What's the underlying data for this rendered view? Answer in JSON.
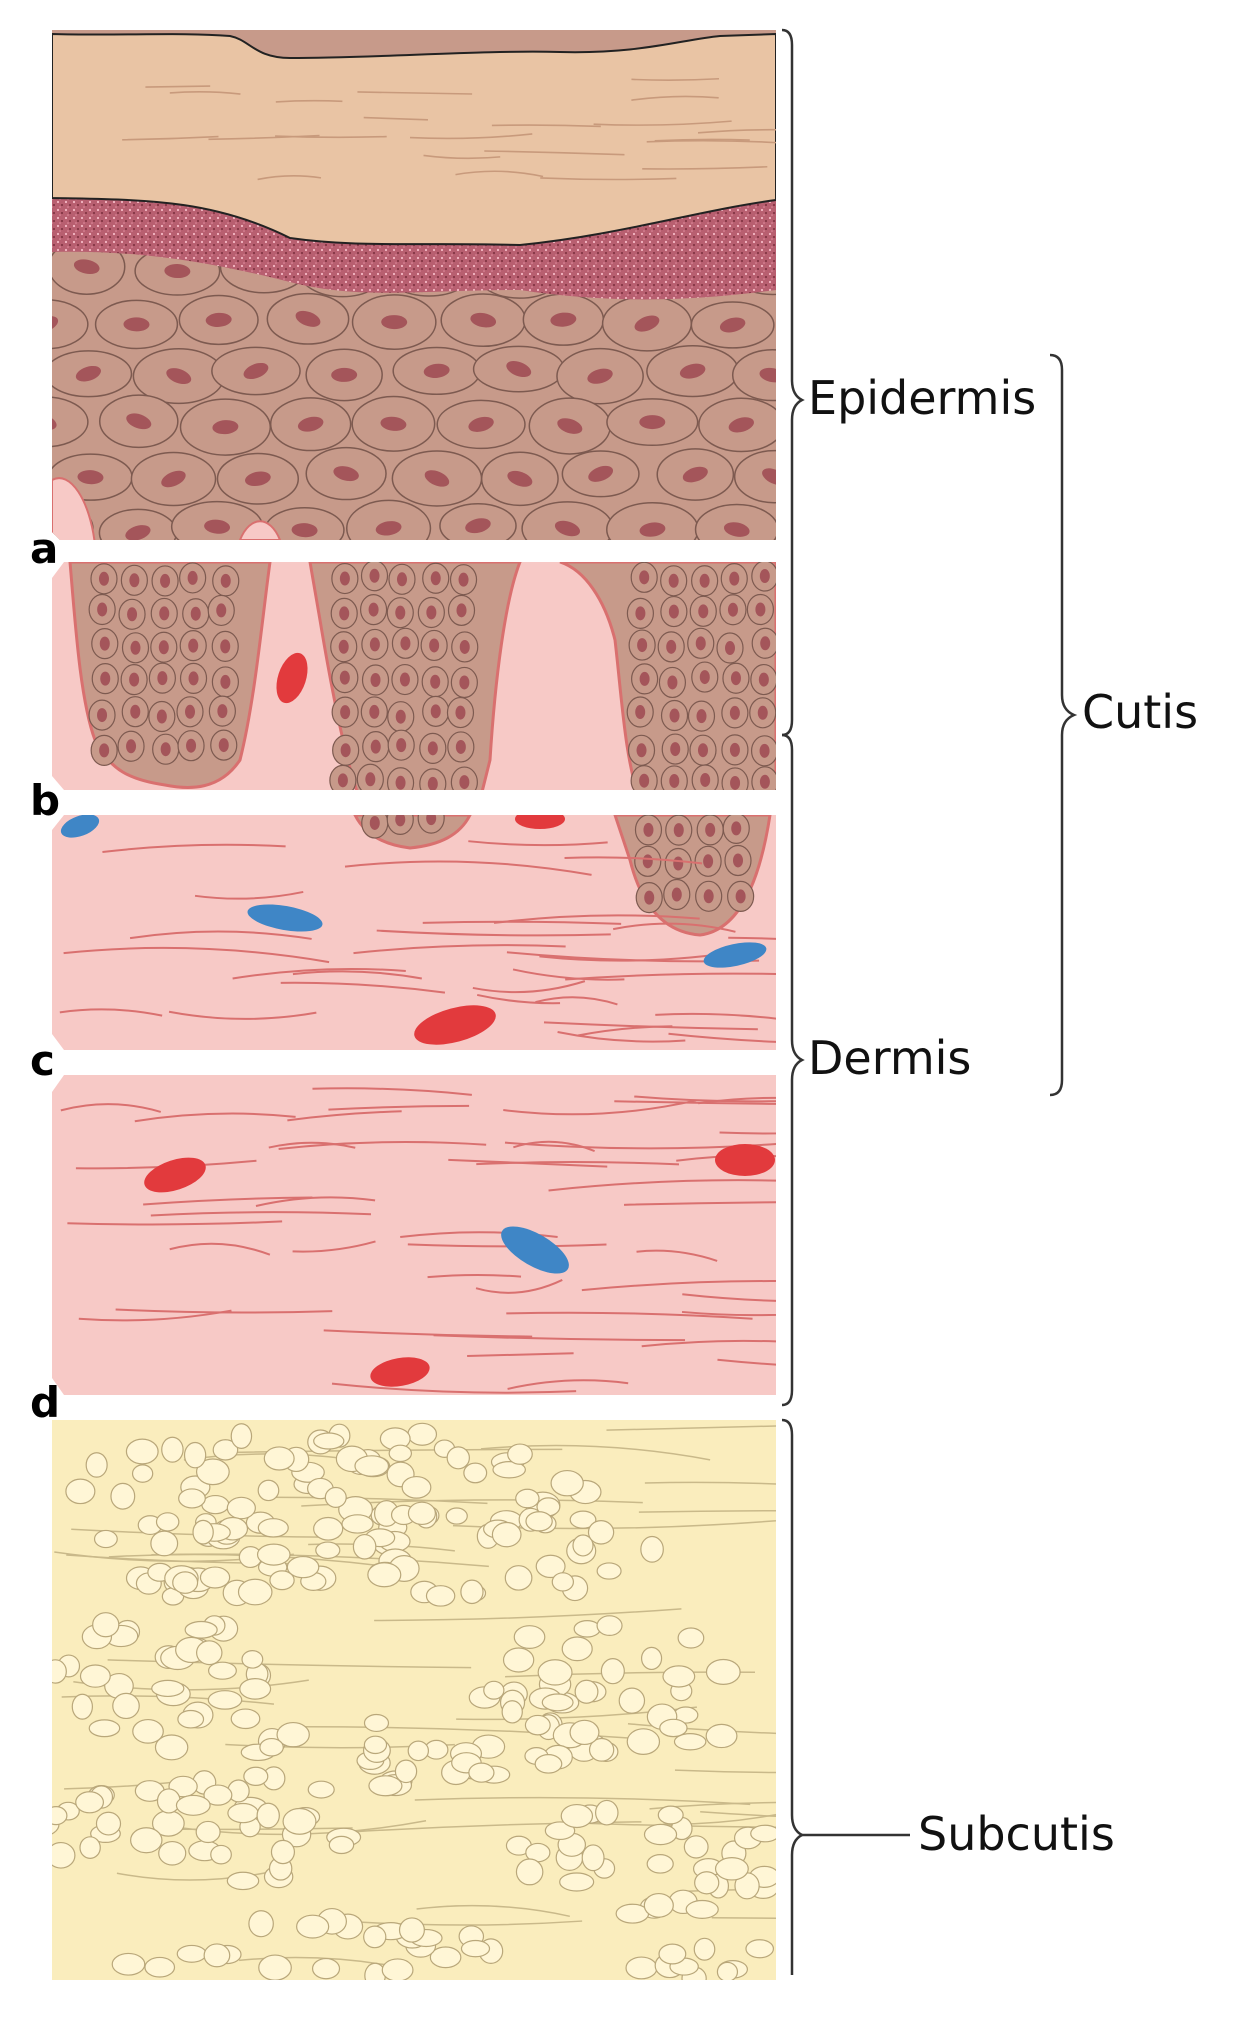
{
  "labels": {
    "epidermis": "Epidermis",
    "dermis": "Dermis",
    "cutis": "Cutis",
    "subcutis": "Subcutis"
  },
  "section_markers": [
    "a",
    "b",
    "c",
    "d"
  ],
  "colors": {
    "stratum_corneum": "#e9c4a4",
    "stratum_granulosum": "#b25a6a",
    "keratinocyte": "#c79a8a",
    "nucleus": "#a4555a",
    "dermis": "#f7c9c6",
    "collagen_line": "#d9706f",
    "artery": "#e23a3d",
    "vein": "#3f86c6",
    "subcutis": "#faedbd",
    "fat_cell": "#fff6d6",
    "bracket": "#333333"
  }
}
